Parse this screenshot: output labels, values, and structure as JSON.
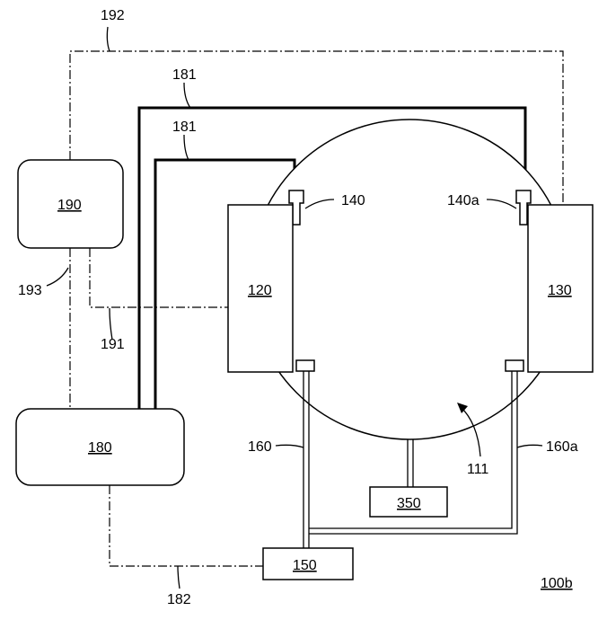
{
  "labels": {
    "controller_190": "190",
    "controller_180": "180",
    "chamber_left_120": "120",
    "chamber_right_130": "130",
    "unit_150": "150",
    "unit_350": "350",
    "nozzle_140": "140",
    "nozzle_140a": "140a",
    "line_181_outer": "181",
    "line_181_inner": "181",
    "line_192": "192",
    "line_193": "193",
    "line_191": "191",
    "line_182": "182",
    "pipe_160": "160",
    "pipe_160a": "160a",
    "rotation_111": "111",
    "figure_ref": "100b"
  }
}
